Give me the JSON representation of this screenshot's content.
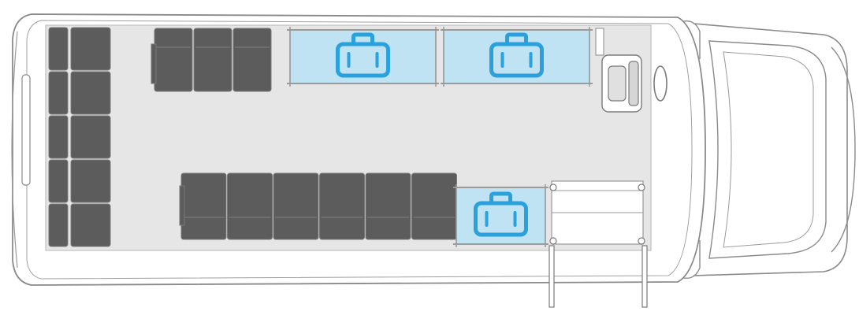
{
  "diagram": {
    "kind": "vehicle-seating-layout",
    "view": "top-down",
    "orientation": "front-right",
    "colors": {
      "background": "#ffffff",
      "body_outline": "#8a8a8a",
      "floor": "#e6e6e6",
      "seat": "#5c5c5c",
      "seat_cushion_line": "#7a7a7a",
      "luggage_fill": "#bfe3f3",
      "luggage_icon": "#2aa0dc",
      "rail": "#9a9a9a"
    },
    "rear_bench": {
      "rows": 5,
      "seats_per_row": 2
    },
    "left_side_seats": {
      "count": 3
    },
    "right_side_seats": {
      "count": 6
    },
    "luggage_areas": [
      {
        "name": "luggage-rack-front-left",
        "icon": "suitcase-icon"
      },
      {
        "name": "luggage-rack-rear-left",
        "icon": "suitcase-icon"
      },
      {
        "name": "luggage-rack-right",
        "icon": "suitcase-icon"
      }
    ],
    "driver_seat": true,
    "door": {
      "side": "right",
      "steps": true
    }
  }
}
